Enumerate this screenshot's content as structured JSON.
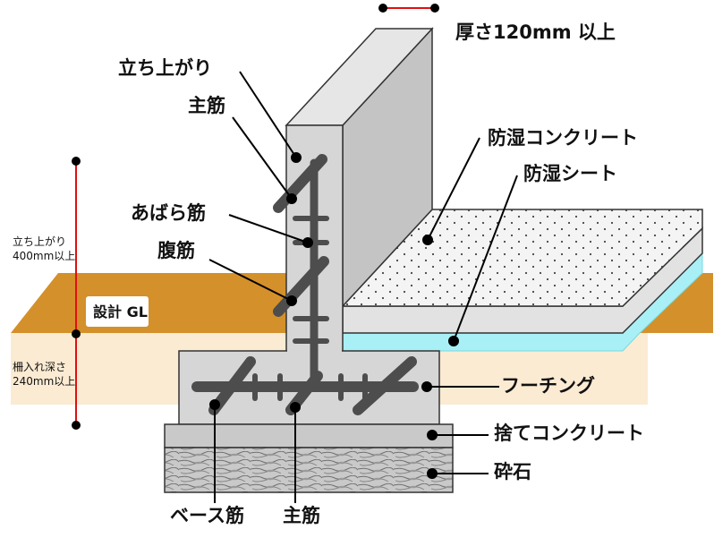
{
  "labels": {
    "thickness": "厚さ120mm 以上",
    "rise": "立ち上がり",
    "main_bar_top": "主筋",
    "moisture_concrete": "防湿コンクリート",
    "moisture_sheet": "防湿シート",
    "stirrup": "あばら筋",
    "web_bar": "腹筋",
    "design_gl": "設計 GL",
    "footing": "フーチング",
    "lean_concrete": "捨てコンクリート",
    "gravel": "砕石",
    "base_bar": "ベース筋",
    "main_bar_bottom": "主筋",
    "rise_height_line1": "立ち上がり",
    "rise_height_line2": "400mm以上",
    "embed_depth_line1": "柵入れ深さ",
    "embed_depth_line2": "240mm以上"
  },
  "colors": {
    "soil": "#d4902a",
    "soil_light": "#fbebd3",
    "concrete": "#d3d3d3",
    "concrete_dark": "#b5b5b5",
    "slab_top": "#efefef",
    "sheet": "#a8f0f5",
    "rebar": "#4d4d4d",
    "dimension": "#e01010"
  }
}
